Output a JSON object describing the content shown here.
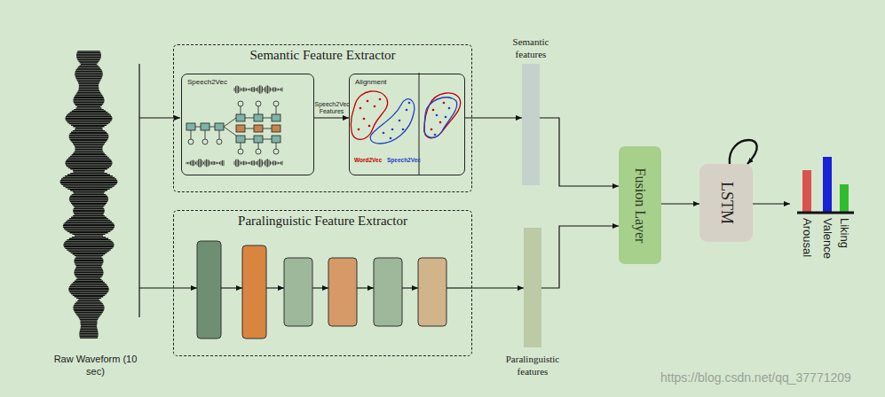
{
  "diagram": {
    "nodes": [
      {
        "text": [
          "Semantic Feature Extractor"
        ]
      },
      {
        "text": [
          "Speech2Vec"
        ],
        "in": 0
      },
      {
        "text": [
          "Alignment",
          "Word2Vec",
          "Speech2Vec"
        ],
        "in": 0
      },
      {
        "text": [
          "Semantic features"
        ]
      },
      {
        "text": [
          "Paralinguistic Feature Extractor"
        ]
      },
      {
        "text": [
          "Paralinguistic features"
        ]
      },
      {
        "text": [
          "Fusion Layer"
        ]
      },
      {
        "text": [
          "LSTM"
        ]
      }
    ],
    "edges": [
      {
        "from": 1,
        "to": 2,
        "label": "Speech2Vec Features",
        "arrow": "to"
      },
      {
        "from": 2,
        "to": 3,
        "arrow": "to"
      },
      {
        "from": 3,
        "to": 6,
        "arrow": "to"
      },
      {
        "from": 4,
        "to": 5,
        "arrow": "to"
      },
      {
        "from": 5,
        "to": 6,
        "arrow": "to"
      },
      {
        "from": 6,
        "to": 7,
        "arrow": "to"
      },
      {
        "from": 7,
        "to": 7,
        "arrow": "to"
      }
    ],
    "labels": [
      "Raw Waveform (10 sec)",
      "Arousal",
      "Valence",
      "Liking",
      "https://blog.csdn.net/qq_37771209"
    ]
  }
}
